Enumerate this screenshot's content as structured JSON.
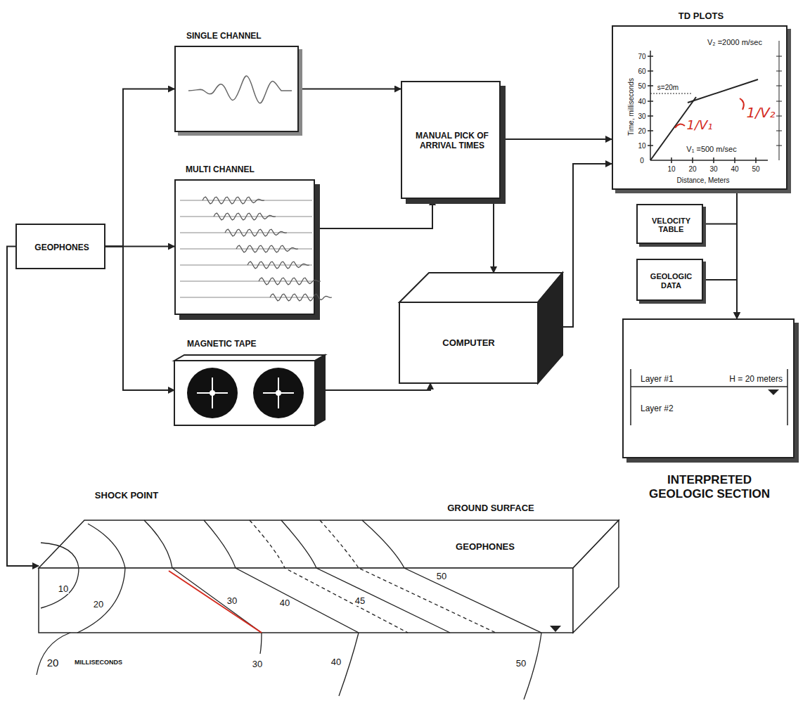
{
  "diagram": {
    "nodes": [
      {
        "text": [
          "GEOPHONES"
        ]
      },
      {
        "text": [
          "SINGLE CHANNEL"
        ]
      },
      {
        "text": [
          "MULTI CHANNEL"
        ]
      },
      {
        "text": [
          "MAGNETIC TAPE"
        ]
      },
      {
        "text": [
          "MANUAL PICK OF ARRIVAL TIMES"
        ]
      },
      {
        "text": [
          "COMPUTER"
        ]
      },
      {
        "text": [
          "TD PLOTS"
        ]
      },
      {
        "text": [
          "VELOCITY TABLE"
        ]
      },
      {
        "text": [
          "GEOLOGIC DATA"
        ]
      },
      {
        "text": [
          "Layer #1",
          "H = 20 meters",
          "Layer #2",
          "INTERPRETED GEOLOGIC SECTION"
        ]
      },
      {
        "text": [
          "GEOPHONES"
        ]
      }
    ],
    "edges": [
      {
        "from": 0,
        "to": 1,
        "arrow": "to"
      },
      {
        "from": 0,
        "to": 2,
        "arrow": "to"
      },
      {
        "from": 0,
        "to": 3,
        "arrow": "to"
      },
      {
        "from": 1,
        "to": 4,
        "arrow": "to"
      },
      {
        "from": 2,
        "to": 4,
        "arrow": "to"
      },
      {
        "from": 4,
        "to": 5,
        "arrow": "to"
      },
      {
        "from": 3,
        "to": 5,
        "arrow": "to"
      },
      {
        "from": 4,
        "to": 6,
        "arrow": "to"
      },
      {
        "from": 5,
        "to": 6,
        "arrow": "to"
      },
      {
        "from": 6,
        "to": 9,
        "arrow": "to"
      },
      {
        "from": 7,
        "to": 9,
        "arrow": "to"
      },
      {
        "from": 8,
        "to": 9,
        "arrow": "to"
      },
      {
        "from": 0,
        "to": 10,
        "arrow": "to"
      }
    ],
    "labels": [
      "70",
      "60",
      "50",
      "40",
      "30",
      "20",
      "10",
      "0",
      "10",
      "20",
      "30",
      "40",
      "50",
      "Time, milliseconds",
      "Distance, Meters",
      "V₂ =2000 m/sec",
      "V₁ =500 m/sec",
      "s=20m",
      "1/V₂",
      "1/V₁",
      "SHOCK POINT",
      "GROUND SURFACE",
      "10",
      "20",
      "30",
      "40",
      "45",
      "50",
      "20",
      "MILLISECONDS",
      "30",
      "40",
      "50"
    ]
  }
}
